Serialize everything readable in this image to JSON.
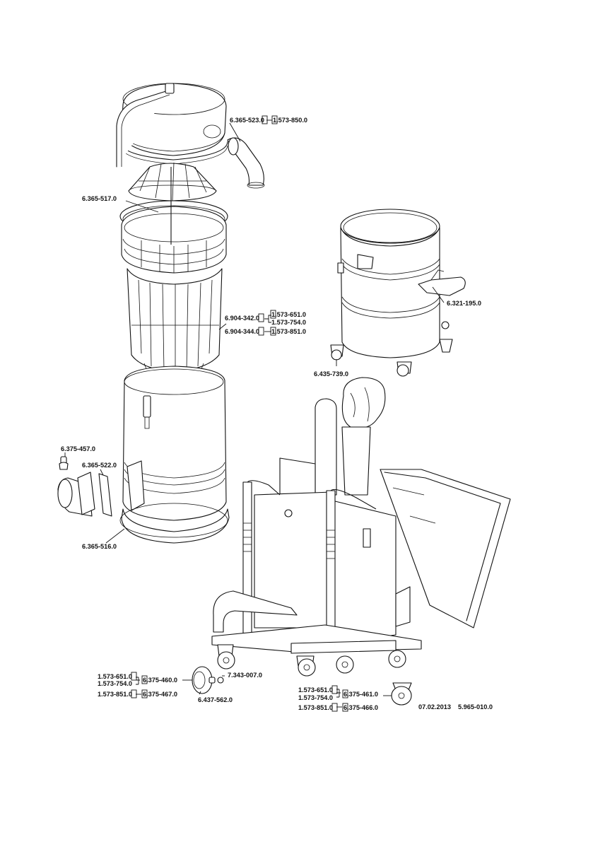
{
  "parts": {
    "p6365523": "6.365-523.0",
    "p1573850": "1.573-850.0",
    "p6365517": "6.365-517.0",
    "p6904342": "6.904-342.0",
    "p1573651a": "1.573-651.0",
    "p1573754a": "1.573-754.0",
    "p6904344": "6.904-344.0",
    "p1573851a": "1.573-851.0",
    "p6321195": "6.321-195.0",
    "p6435739": "6.435-739.0",
    "p6375457": "6.375-457.0",
    "p6365522": "6.365-522.0",
    "p6365516": "6.365-516.0",
    "p1573651b": "1.573-651.0",
    "p1573754b": "1.573-754.0",
    "p6375460": "6.375-460.0",
    "p7343007": "7.343-007.0",
    "p1573851b": "1.573-851.0",
    "p6375467": "6.375-467.0",
    "p6437562": "6.437-562.0",
    "p1573651c": "1.573-651.0",
    "p1573754c": "1.573-754.0",
    "p6375461": "6.375-461.0",
    "p1573851c": "1.573-851.0",
    "p6375466": "6.375-466.0"
  },
  "footer": {
    "date": "07.02.2013",
    "doc_number": "5.965-010.0"
  }
}
